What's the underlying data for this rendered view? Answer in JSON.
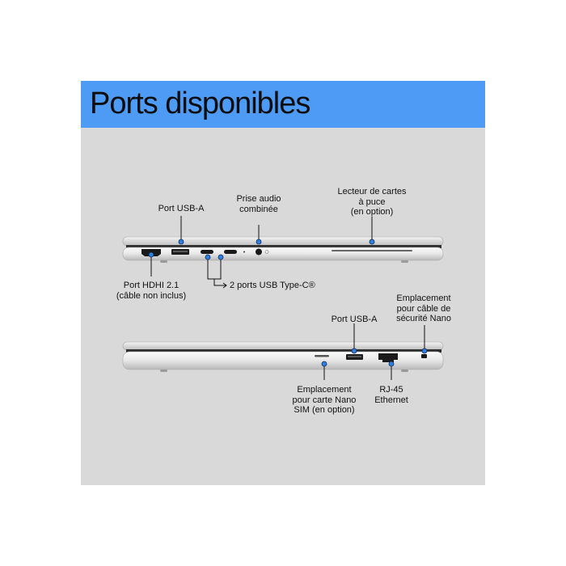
{
  "title": "Ports disponibles",
  "colors": {
    "accent": "#4e9bf5",
    "background": "#d9d9d9",
    "callout_dot": "#2f7fe0",
    "text": "#111111"
  },
  "views": {
    "left_side": {
      "callouts": {
        "usb_a": "Port USB-A",
        "audio": "Prise audio\ncombinée",
        "card_reader": "Lecteur de cartes\nà puce\n(en option)",
        "hdmi": "Port HDHI 2.1\n(câble non inclus)",
        "usb_c": "2 ports USB Type-C®"
      }
    },
    "right_side": {
      "callouts": {
        "lock_slot": "Emplacement\npour câble de\nsécurité Nano",
        "usb_a": "Port USB-A",
        "sim_slot": "Emplacement\npour carte Nano\nSIM (en option)",
        "rj45": "RJ-45\nEthernet"
      }
    }
  }
}
